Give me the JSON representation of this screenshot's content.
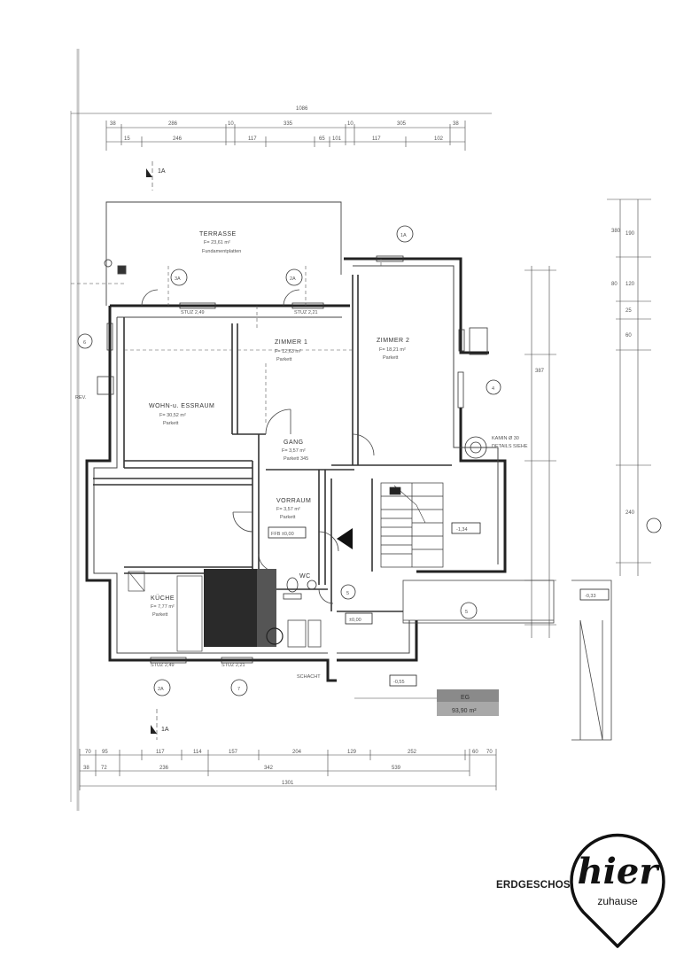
{
  "caption": "ERDGESCHOSS",
  "logo": {
    "word": "hier",
    "sub": "zuhause",
    "icon": "location-pin-icon"
  },
  "plan": {
    "total_top": "1086",
    "total_bottom": "1301",
    "rooms": {
      "terrasse": {
        "name": "TERRASSE",
        "area": "F= 23,61 m²",
        "floor": "Fundamentplatten"
      },
      "wohn": {
        "name": "WOHN-u. ESSRAUM",
        "area": "F= 30,52 m²",
        "floor": "Parkett"
      },
      "zimmer1": {
        "name": "ZIMMER 1",
        "area": "F= 12,63 m²",
        "floor": "Parkett"
      },
      "zimmer2": {
        "name": "ZIMMER 2",
        "area": "F= 18,21 m²",
        "floor": "Parkett"
      },
      "gang": {
        "name": "GANG",
        "area": "F= 3,57 m²",
        "floor": "Parkett 345"
      },
      "vorraum": {
        "name": "VORRAUM",
        "area": "F= 3,57 m²",
        "floor": "Parkett"
      },
      "kueche": {
        "name": "KÜCHE",
        "area": "F= 7,77 m²",
        "floor": "Parkett"
      },
      "wc": {
        "name": "WC"
      }
    },
    "sections": {
      "s1a": "1A",
      "s2a": "2A",
      "s3a": "3A",
      "s4": "4",
      "s5": "5",
      "s6": "6",
      "s7": "7",
      "s1b": "1A",
      "s2b": "2A"
    },
    "levels": {
      "ffb": "FFB ±0,00",
      "l000": "±0,00",
      "m134": "-1,34",
      "m033": "-0,33",
      "m055": "-0,55"
    },
    "area_box": {
      "label": "EG",
      "value": "93,90 m²"
    },
    "dims_top1": [
      "38",
      "286",
      "10",
      "335",
      "10",
      "305",
      "38"
    ],
    "dims_top2": [
      "15",
      "246",
      "117",
      "65",
      "101",
      "117",
      "102"
    ],
    "dims_bottom1": [
      "70",
      "95",
      "117",
      "114",
      "157",
      "204",
      "129",
      "252",
      "60",
      "70"
    ],
    "dims_bottom2": [
      "38",
      "72",
      "236",
      "342",
      "539"
    ],
    "dims_right": [
      "380",
      "190",
      "80",
      "120",
      "25",
      "60",
      "240",
      "387"
    ],
    "notes": {
      "sturz1": "STUZ 2,49",
      "sturz2": "STUZ 2,21",
      "rev": "REV.",
      "schacht": "SCHACHT",
      "detail": "DETAILS SIEHE",
      "kamin": "KAMIN Ø 30"
    }
  }
}
